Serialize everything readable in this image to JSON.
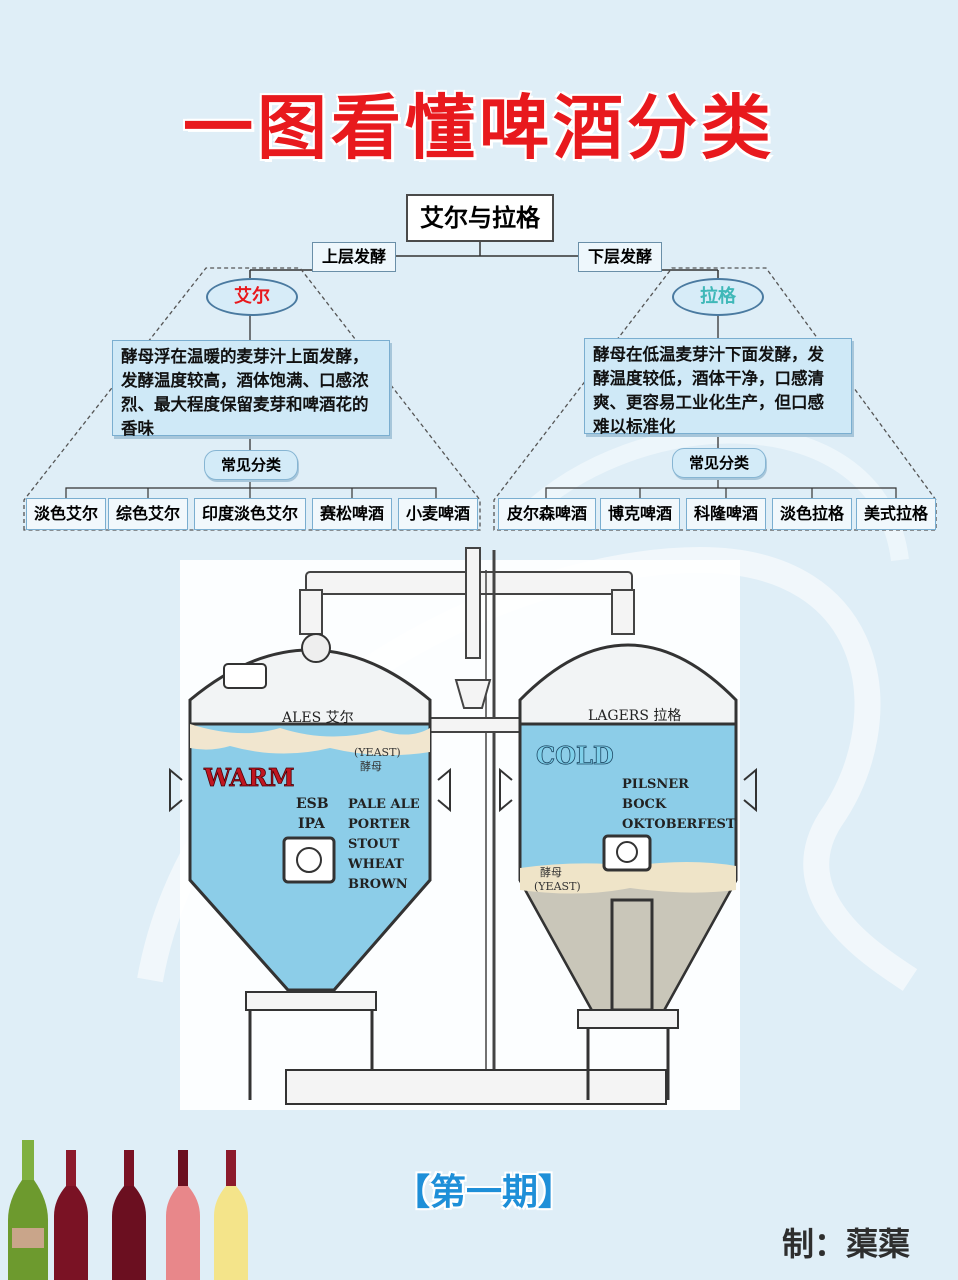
{
  "title": "一图看懂啤酒分类",
  "root": "艾尔与拉格",
  "left": {
    "tag": "上层发酵",
    "name": "艾尔",
    "desc_lines": [
      "酵母浮在温暖的麦芽汁上面发酵，",
      "发酵温度较高，酒体饱满、口感浓",
      "烈、最大程度保留麦芽和啤酒花的",
      "香味"
    ],
    "common_label": "常见分类",
    "items": [
      "淡色艾尔",
      "综色艾尔",
      "印度淡色艾尔",
      "赛松啤酒",
      "小麦啤酒"
    ]
  },
  "right": {
    "tag": "下层发酵",
    "name": "拉格",
    "desc_lines": [
      "酵母在低温麦芽汁下面发酵，发",
      "酵温度较低，酒体干净，口感清",
      "爽、更容易工业化生产，但口感",
      "难以标准化"
    ],
    "common_label": "常见分类",
    "items": [
      "皮尔森啤酒",
      "博克啤酒",
      "科隆啤酒",
      "淡色拉格",
      "美式拉格"
    ]
  },
  "tank_left": {
    "label": "ALES 艾尔",
    "yeast_en": "(YEAST)",
    "yeast_cn": "酵母",
    "temp": "WARM",
    "styles_a": [
      "ESB",
      "IPA"
    ],
    "styles_b": [
      "PALE ALE",
      "PORTER",
      "STOUT",
      "WHEAT",
      "BROWN"
    ]
  },
  "tank_right": {
    "label": "LAGERS 拉格",
    "yeast_cn": "酵母",
    "yeast_en": "(YEAST)",
    "temp": "COLD",
    "styles": [
      "PILSNER",
      "BOCK",
      "OKTOBERFEST"
    ]
  },
  "episode": "【第一期】",
  "author": "制：蕖蕖",
  "colors": {
    "title": "#e8191d",
    "episode": "#1e8fd8",
    "liquid": "#8ccde8",
    "background": "#dfeef7"
  },
  "bottles": [
    {
      "icon": "champagne-bottle-icon",
      "color": "#6d9a2e"
    },
    {
      "icon": "red-wine-bottle-icon",
      "color": "#7a1224"
    },
    {
      "icon": "red-wine-bottle-icon",
      "color": "#6b0f20"
    },
    {
      "icon": "rose-wine-bottle-icon",
      "color": "#e8878a"
    },
    {
      "icon": "white-wine-bottle-icon",
      "color": "#f4e48a"
    }
  ]
}
